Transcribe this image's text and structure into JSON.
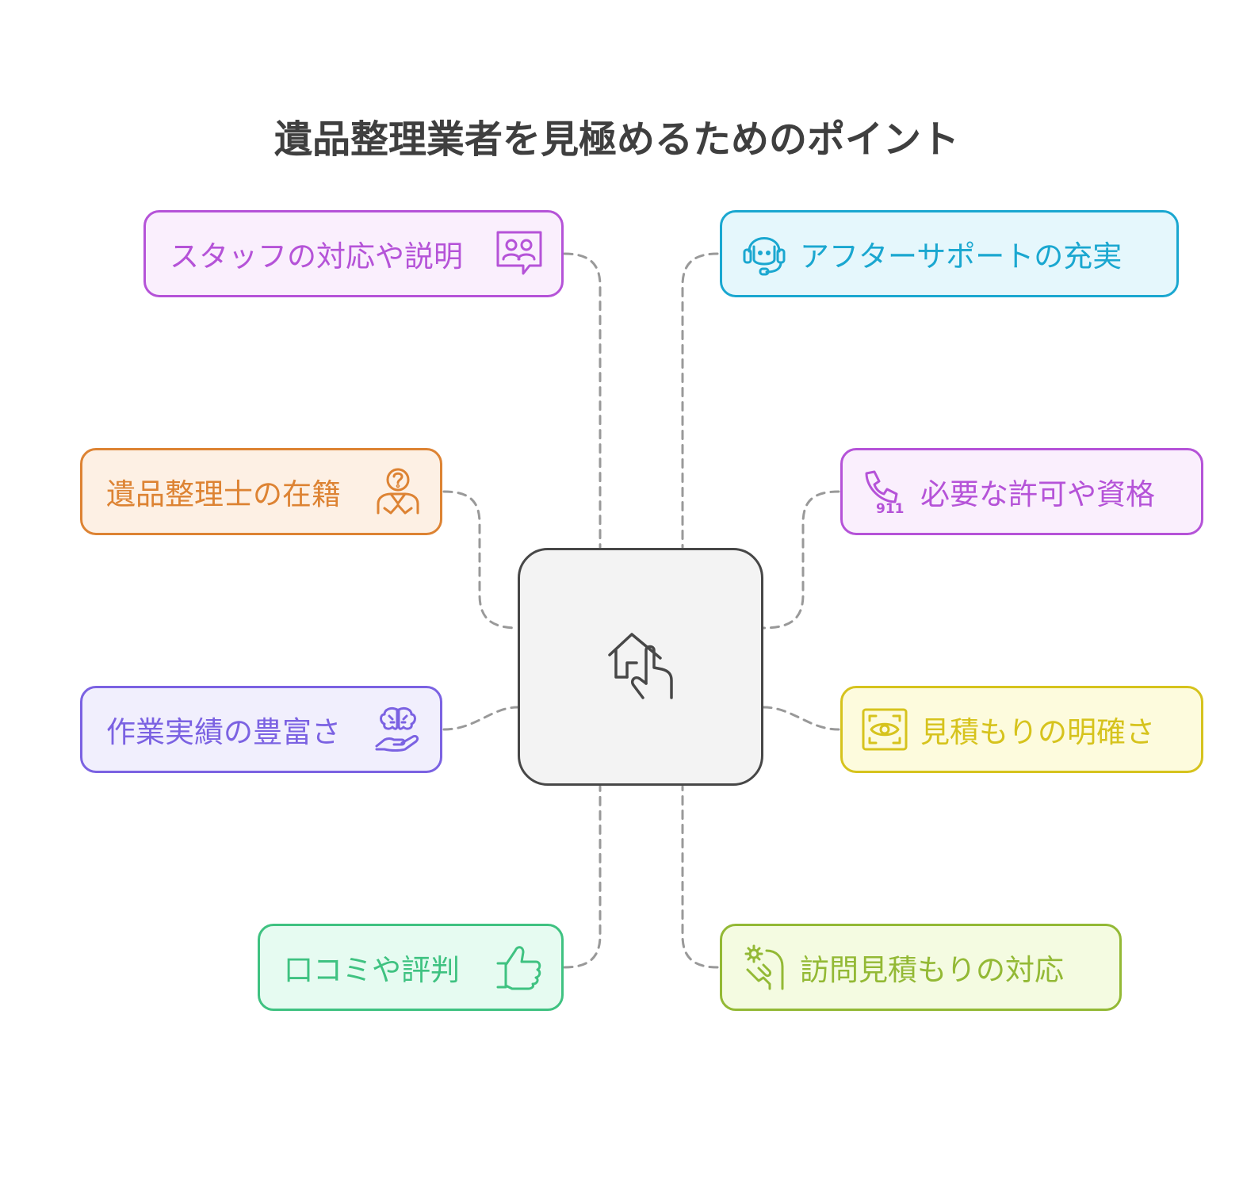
{
  "title": "遺品整理業者を見極めるためのポイント",
  "colors": {
    "hub_fill": "#f3f3f3",
    "hub_border": "#474747",
    "connector": "#999999"
  },
  "hub": {
    "icon": "house-pointer-icon"
  },
  "nodes": {
    "staff": {
      "label": "スタッフの対応や説明",
      "icon": "users-chat-icon",
      "color": "#b553d8",
      "fill": "#faeffd"
    },
    "after_support": {
      "label": "アフターサポートの充実",
      "icon": "headset-support-icon",
      "color": "#1aa7d0",
      "fill": "#e5f7fc"
    },
    "certified": {
      "label": "遺品整理士の在籍",
      "icon": "person-question-icon",
      "color": "#dd8333",
      "fill": "#fdf0e4"
    },
    "license": {
      "label": "必要な許可や資格",
      "icon": "phone-911-icon",
      "color": "#b553d8",
      "fill": "#faeffd"
    },
    "track_record": {
      "label": "作業実績の豊富さ",
      "icon": "brain-hand-icon",
      "color": "#7b62e2",
      "fill": "#f1effd"
    },
    "estimate_clarity": {
      "label": "見積もりの明確さ",
      "icon": "eye-scan-icon",
      "color": "#d6c31d",
      "fill": "#fdfbdd"
    },
    "reviews": {
      "label": "口コミや評判",
      "icon": "thumbs-up-icon",
      "color": "#3fc281",
      "fill": "#e6fbf1"
    },
    "visit_estimate": {
      "label": "訪問見積もりの対応",
      "icon": "hand-gear-icon",
      "color": "#93b935",
      "fill": "#f4fbe1"
    }
  }
}
